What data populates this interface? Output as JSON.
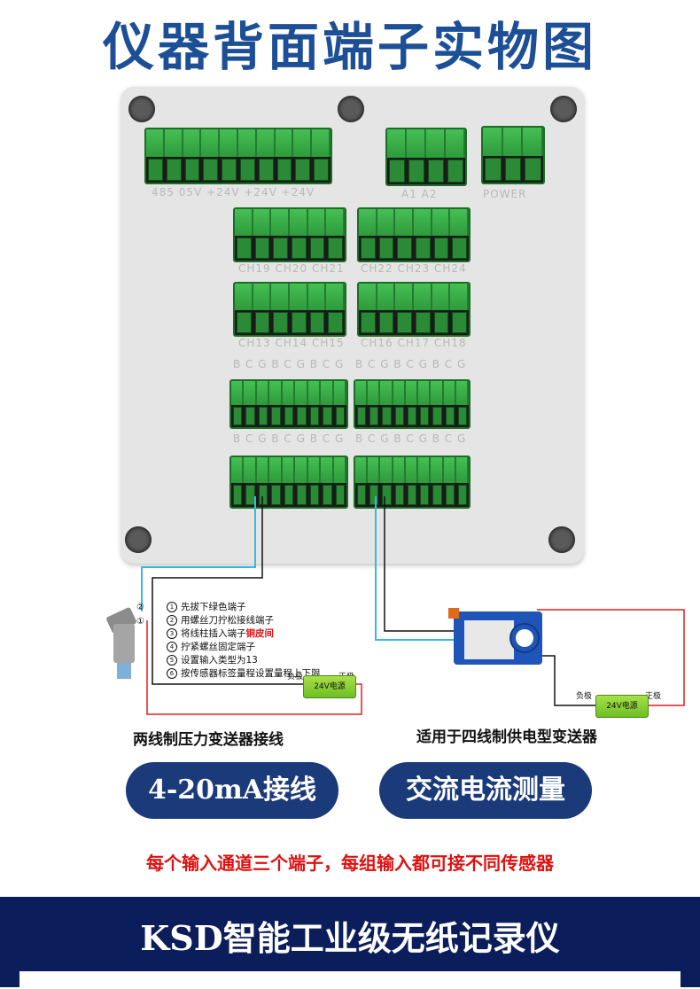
{
  "header": {
    "title": "仪器背面端子实物图"
  },
  "panel": {
    "labels": {
      "top_left": "485  05V  +24V  +24V  +24V",
      "relay": "A1    A2",
      "power": "POWER",
      "row1_left": "CH19 CH20 CH21",
      "row1_right": "CH22 CH23 CH24",
      "row2_left": "CH13 CH14 CH15",
      "row2_right": "CH16 CH17 CH18",
      "bcg_1l": "B C G B C G B C G",
      "bcg_1r": "B C G B C G B C G",
      "bcg_2l": "B C G B C G B C G",
      "bcg_2r": "B C G B C G B C G"
    }
  },
  "instructions": {
    "steps": [
      {
        "num": "1",
        "text": "先拔下绿色端子"
      },
      {
        "num": "2",
        "text": "用螺丝刀拧松接线端子"
      },
      {
        "num": "3",
        "text": "将线柱插入端子",
        "highlight": "铜皮间"
      },
      {
        "num": "4",
        "text": "拧紧螺丝固定端子"
      },
      {
        "num": "5",
        "text": "设置输入类型为13"
      },
      {
        "num": "6",
        "text": "按传感器标签量程设置量程上下限"
      }
    ]
  },
  "sensor_marks": {
    "pin2": "②",
    "pin1": "①"
  },
  "psu_left": {
    "label": "24V电源",
    "neg": "负极",
    "pos": "正极"
  },
  "psu_right": {
    "label": "24V电源",
    "neg": "负极",
    "pos": "正极"
  },
  "captions": {
    "left": "两线制压力变送器接线",
    "right": "适用于四线制供电型变送器"
  },
  "buttons": {
    "left": "4-20mA接线",
    "right": "交流电流测量"
  },
  "notice": "每个输入通道三个端子，每组输入都可接不同传感器",
  "footer": {
    "title": "KSD智能工业级无纸记录仪"
  },
  "colors": {
    "title_blue": "#1d4f97",
    "navy": "#0b1d5a",
    "pill": "#1a3a7a",
    "notice_red": "#e01010",
    "terminal_green": "#2e9a3c"
  }
}
